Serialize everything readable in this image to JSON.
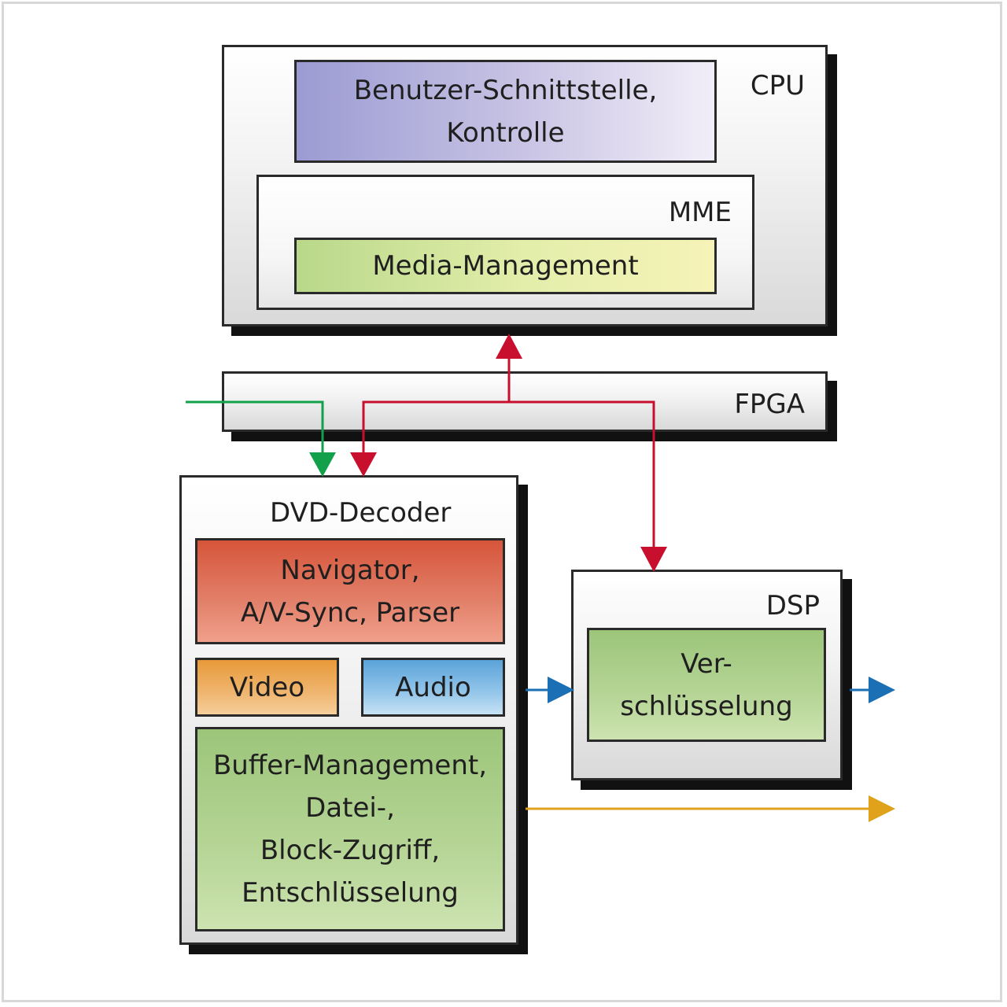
{
  "blocks": {
    "cpu": {
      "label": "CPU"
    },
    "user_interface": {
      "line1": "Benutzer-Schnittstelle,",
      "line2": "Kontrolle"
    },
    "mme": {
      "label": "MME"
    },
    "media_management": {
      "label": "Media-Management"
    },
    "fpga": {
      "label": "FPGA"
    },
    "dvd_decoder": {
      "label": "DVD-Decoder"
    },
    "navigator": {
      "line1": "Navigator,",
      "line2": "A/V-Sync, Parser"
    },
    "video": {
      "label": "Video"
    },
    "audio": {
      "label": "Audio"
    },
    "buffer": {
      "line1": "Buffer-Management,",
      "line2": "Datei-,",
      "line3": "Block-Zugriff,",
      "line4": "Entschlüsselung"
    },
    "dsp": {
      "label": "DSP"
    },
    "encryption": {
      "line1": "Ver-",
      "line2": "schlüsselung"
    }
  },
  "colors": {
    "control_bus": "#c8102e",
    "data_input": "#12a04a",
    "audio_output": "#1a6fb5",
    "video_output": "#e0a21a"
  }
}
